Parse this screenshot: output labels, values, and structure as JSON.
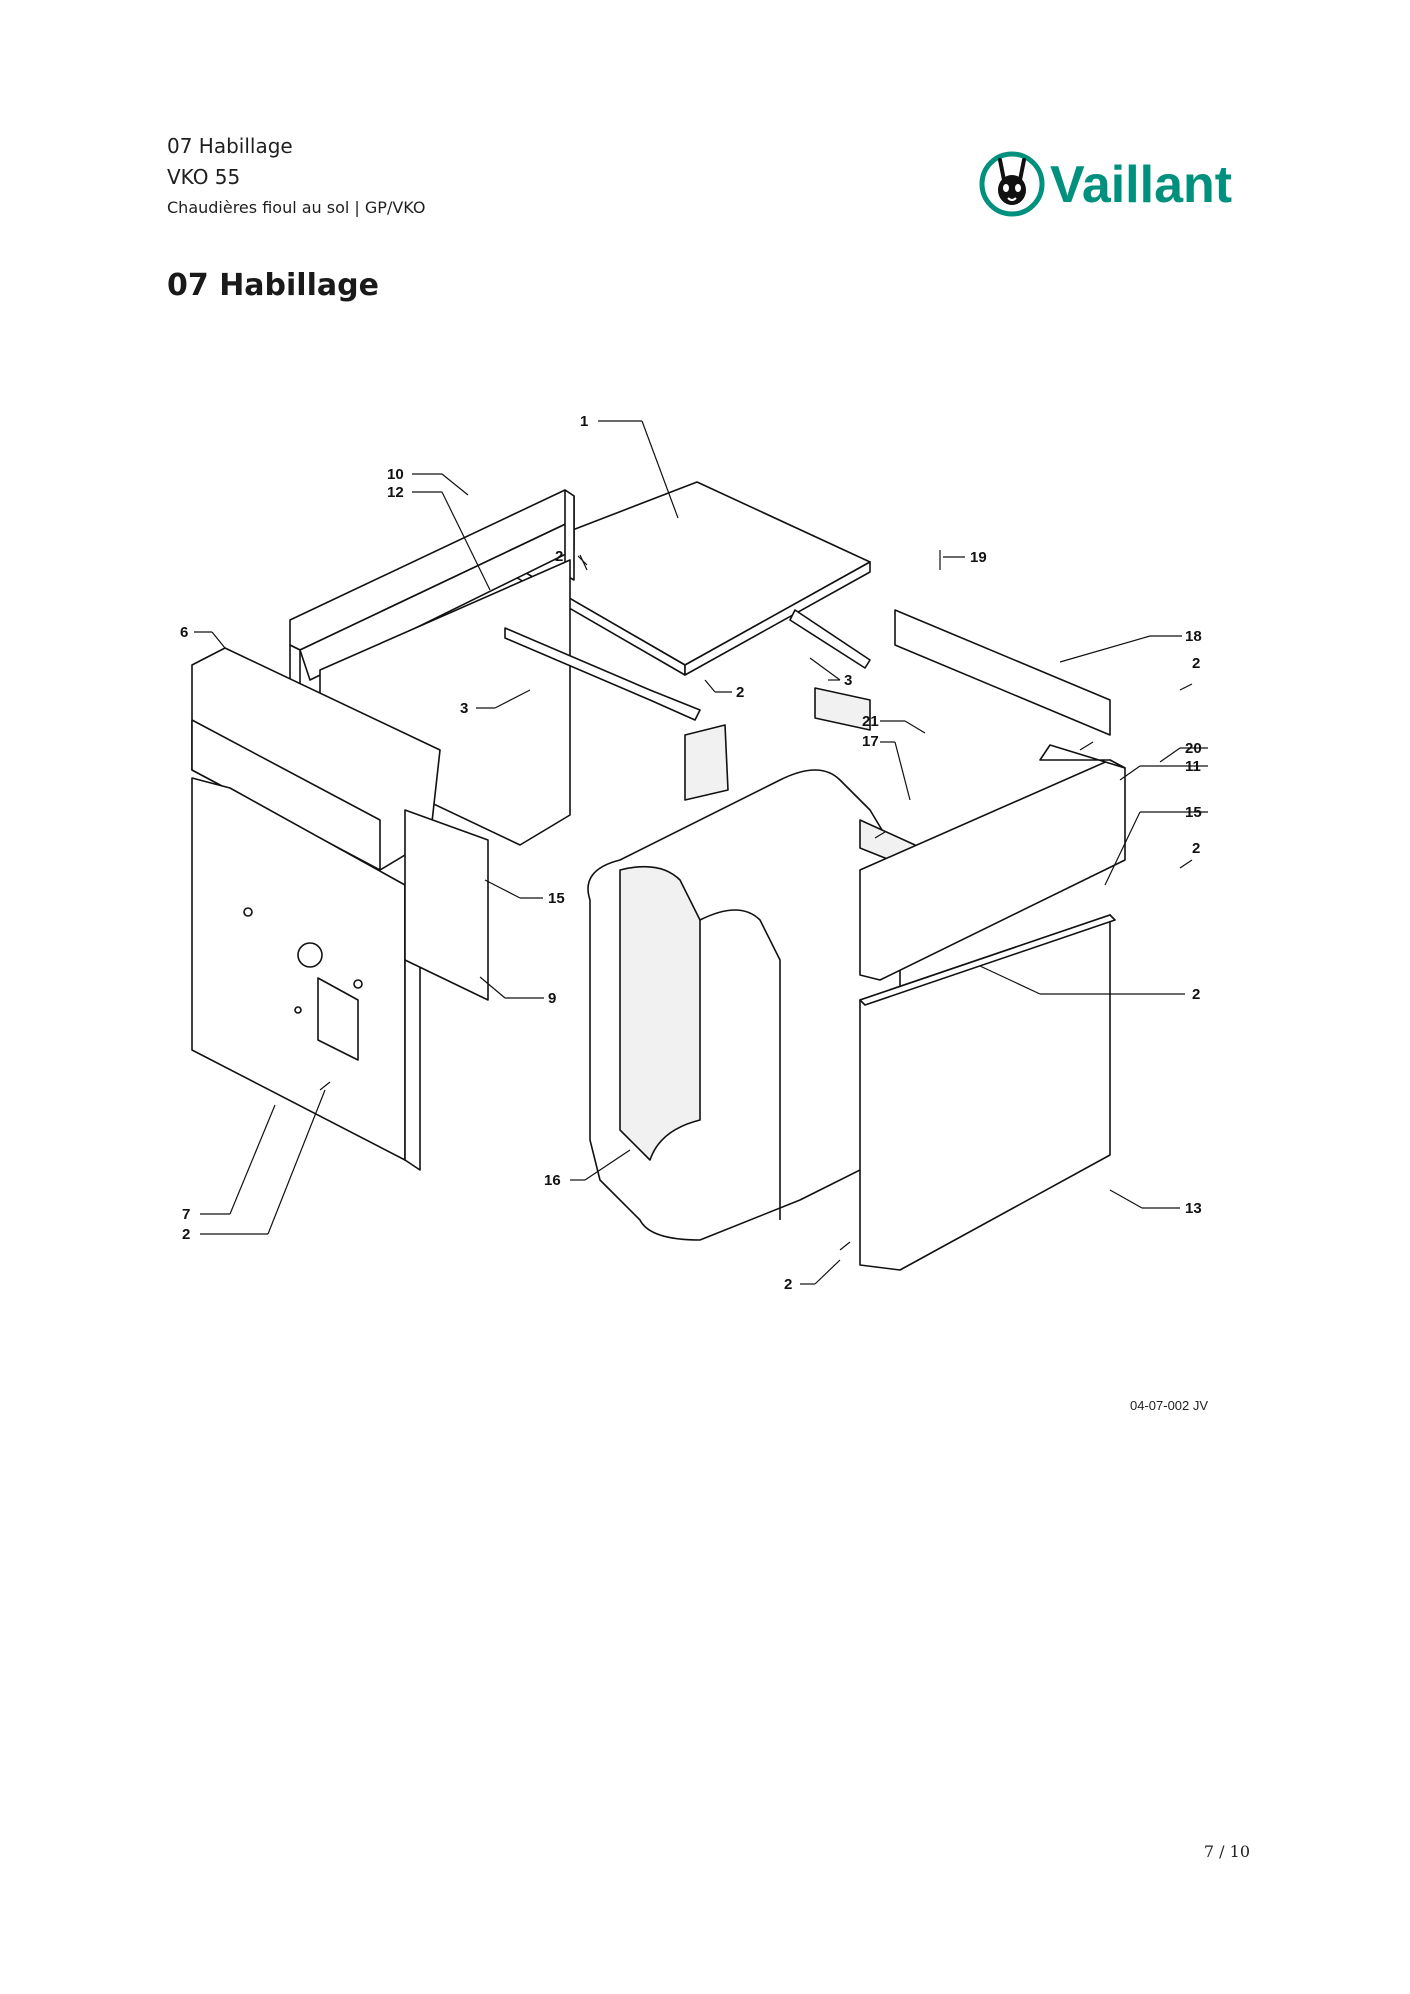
{
  "header": {
    "section": "07 Habillage",
    "model": "VKO 55",
    "category": "Chaudières fioul au sol | GP/VKO"
  },
  "brand": {
    "name": "Vaillant",
    "color": "#00917e"
  },
  "page_title": "07 Habillage",
  "diagram": {
    "labels": [
      "1",
      "10",
      "12",
      "2",
      "6",
      "3",
      "3",
      "2",
      "19",
      "18",
      "2",
      "21",
      "17",
      "20",
      "11",
      "15",
      "2",
      "15",
      "9",
      "2",
      "16",
      "7",
      "2",
      "2",
      "13"
    ],
    "reference": "04-07-002 JV"
  },
  "page_number": "7 / 10"
}
